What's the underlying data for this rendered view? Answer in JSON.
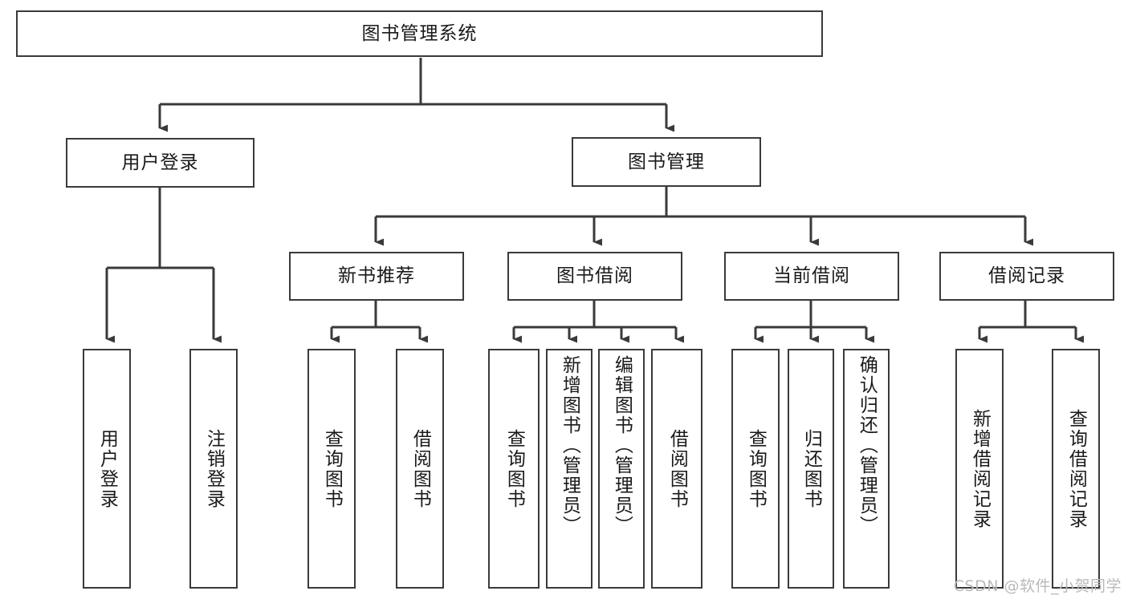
{
  "diagram": {
    "title": "图书管理系统",
    "type": "tree",
    "root": {
      "label": "图书管理系统"
    },
    "level2": [
      {
        "id": "user-login",
        "label": "用户登录"
      },
      {
        "id": "book-management",
        "label": "图书管理"
      }
    ],
    "level3": [
      {
        "id": "new-book-recommend",
        "label": "新书推荐",
        "parent": "book-management"
      },
      {
        "id": "book-borrow",
        "label": "图书借阅",
        "parent": "book-management"
      },
      {
        "id": "current-borrow",
        "label": "当前借阅",
        "parent": "book-management"
      },
      {
        "id": "borrow-record",
        "label": "借阅记录",
        "parent": "book-management"
      }
    ],
    "leaves": [
      {
        "id": "leaf-user-login",
        "label": "用户登录",
        "parent": "user-login"
      },
      {
        "id": "leaf-logout-login",
        "label": "注销登录",
        "parent": "user-login"
      },
      {
        "id": "leaf-query-book-1",
        "label": "查询图书",
        "parent": "new-book-recommend"
      },
      {
        "id": "leaf-borrow-book-1",
        "label": "借阅图书",
        "parent": "new-book-recommend"
      },
      {
        "id": "leaf-query-book-2",
        "label": "查询图书",
        "parent": "book-borrow"
      },
      {
        "id": "leaf-add-book",
        "label": "新增图书（管理员）",
        "parent": "book-borrow"
      },
      {
        "id": "leaf-edit-book",
        "label": "编辑图书（管理员）",
        "parent": "book-borrow"
      },
      {
        "id": "leaf-borrow-book-2",
        "label": "借阅图书",
        "parent": "book-borrow"
      },
      {
        "id": "leaf-query-book-3",
        "label": "查询图书",
        "parent": "current-borrow"
      },
      {
        "id": "leaf-return-book",
        "label": "归还图书",
        "parent": "current-borrow"
      },
      {
        "id": "leaf-confirm-return",
        "label": "确认归还（管理员）",
        "parent": "current-borrow"
      },
      {
        "id": "leaf-add-borrow-record",
        "label": "新增借阅记录",
        "parent": "borrow-record"
      },
      {
        "id": "leaf-query-borrow-record",
        "label": "查询借阅记录",
        "parent": "borrow-record"
      }
    ],
    "watermark": "CSDN @软件_小贺同学",
    "colors": {
      "stroke": "#3a3a3a",
      "fill": "#ffffff",
      "text": "#1a1a1a",
      "watermark": "#b9b9b9"
    }
  }
}
